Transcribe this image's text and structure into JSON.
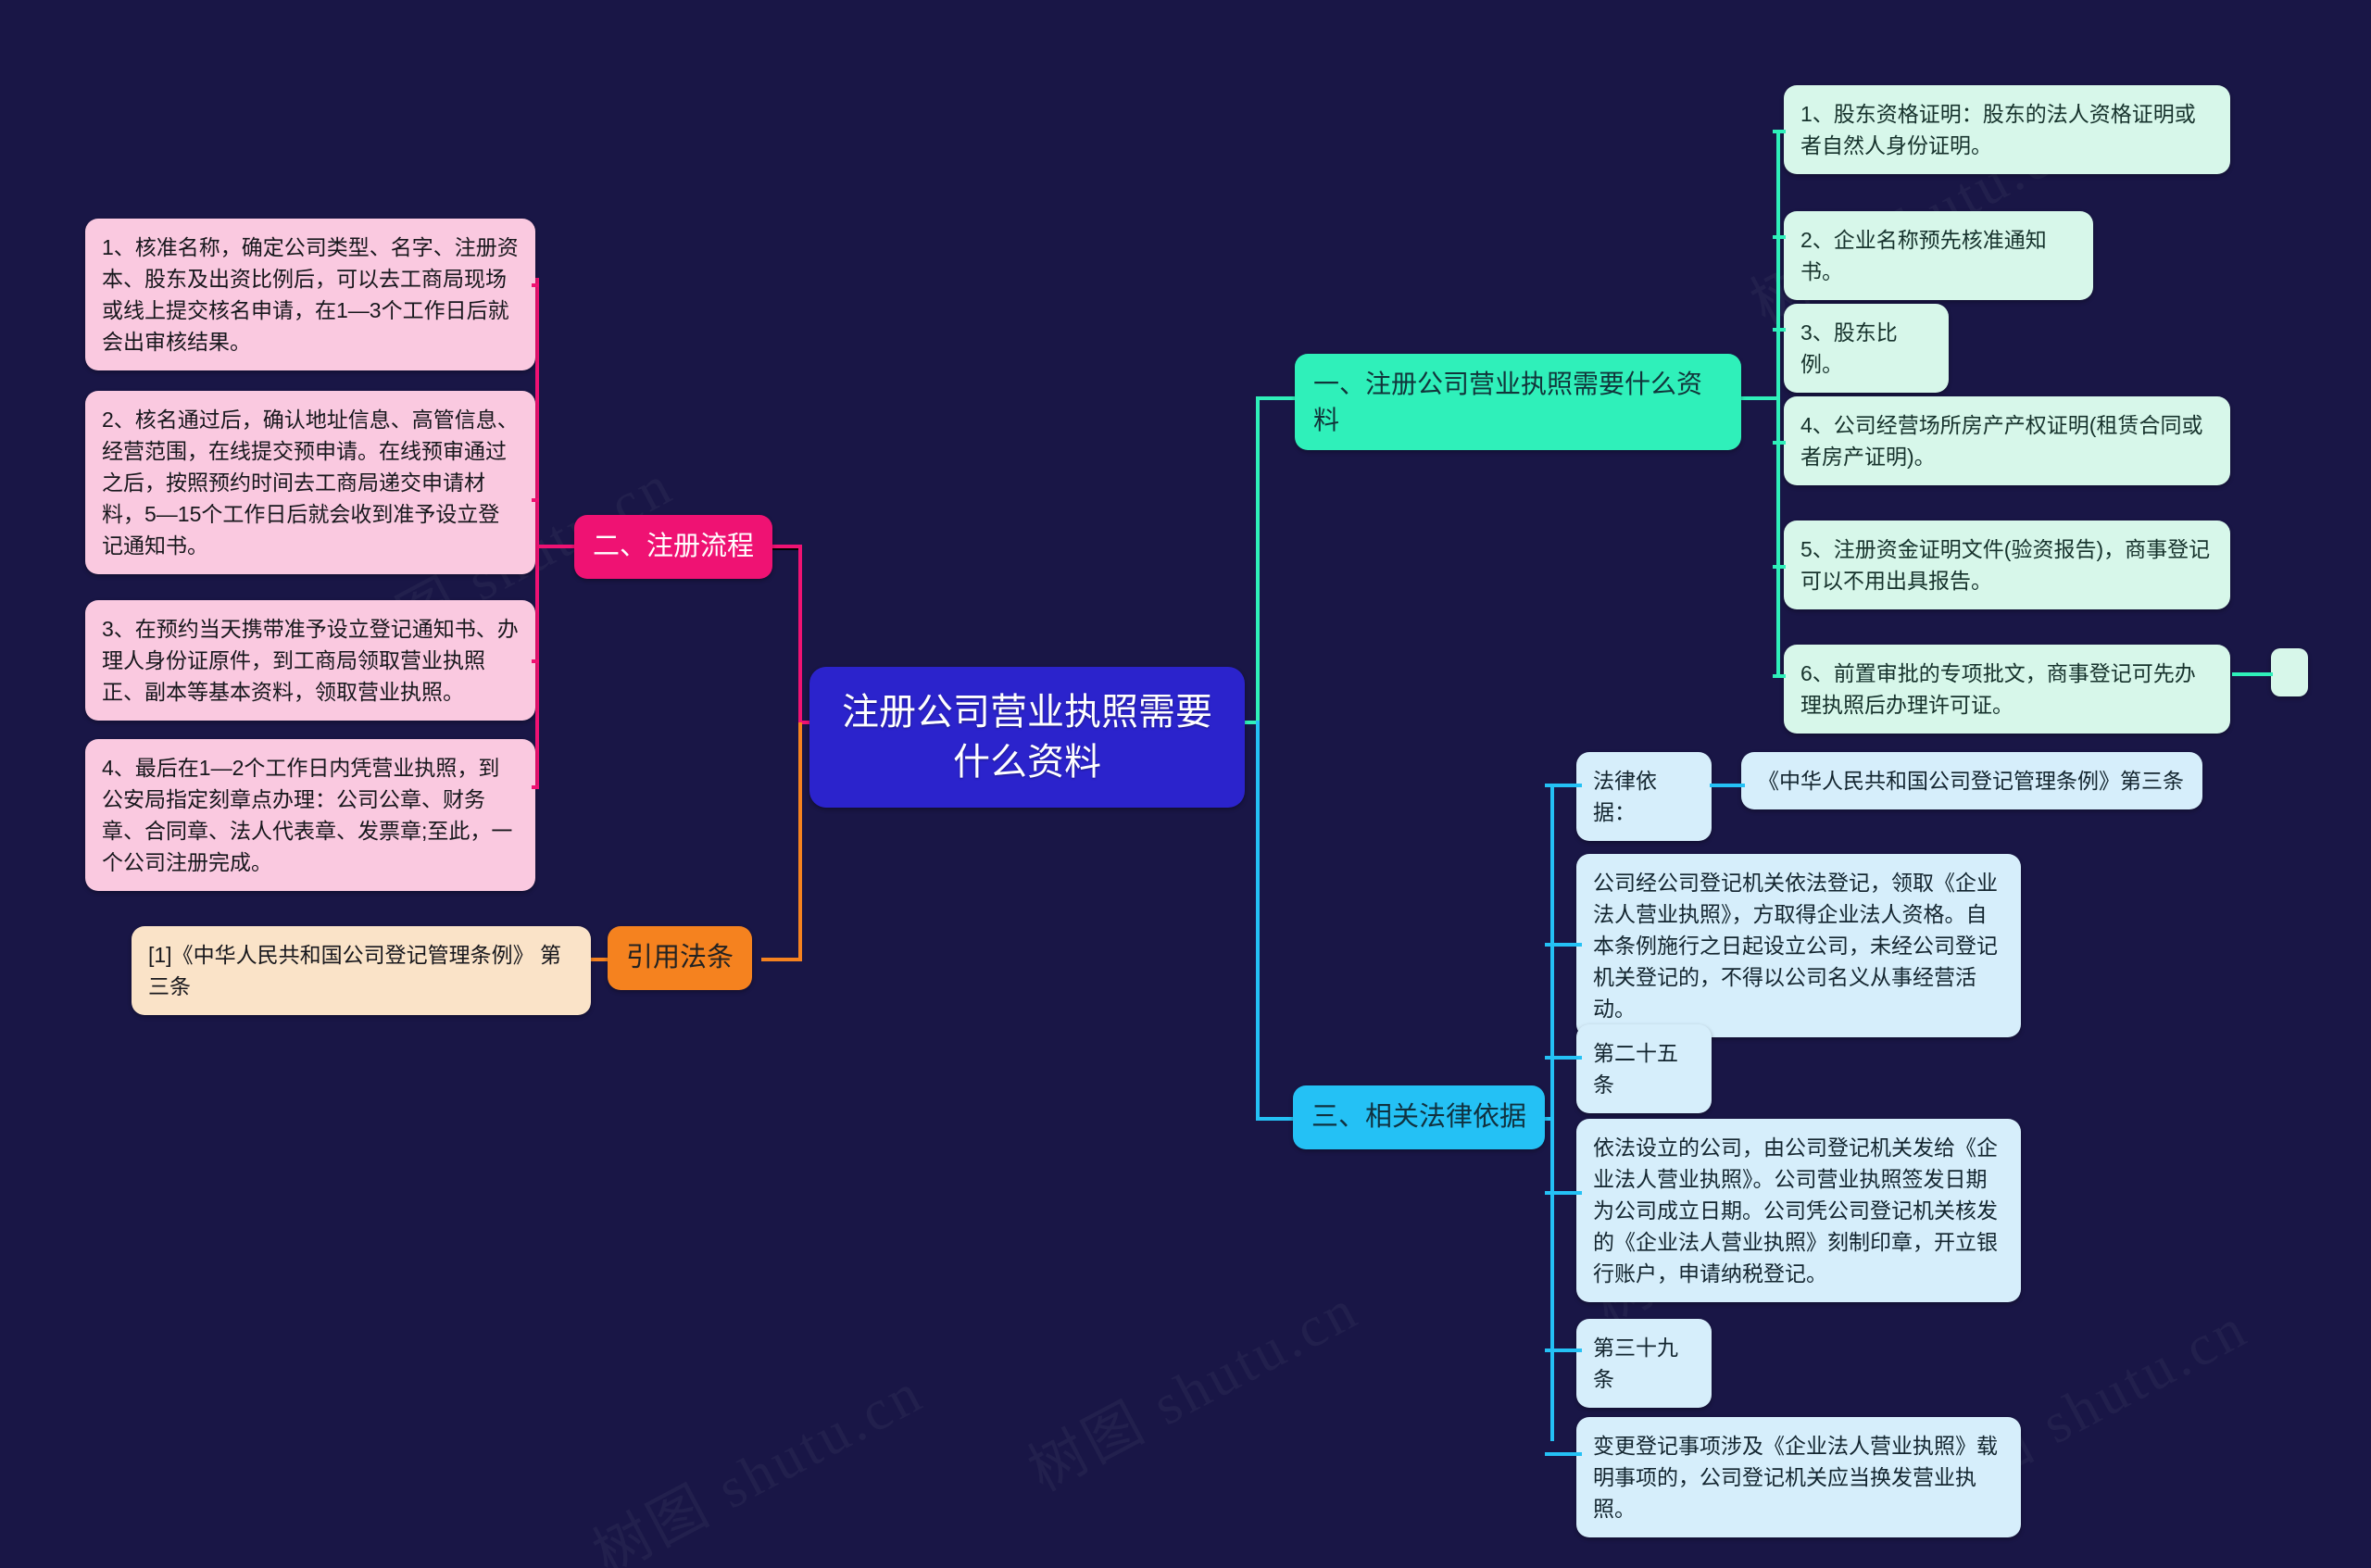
{
  "theme": {
    "background": "#191646",
    "root_color": "#2b23cc",
    "branch_pink": "#ef1273",
    "branch_orange": "#f5821f",
    "branch_green": "#2ff0ba",
    "branch_blue": "#24c1f5",
    "leaf_pink": "#fac9e0",
    "leaf_cream": "#fae3c8",
    "leaf_mint": "#d7f7ea",
    "leaf_ice": "#d6eefb"
  },
  "watermarks": [
    "树图 shutu.cn",
    "树图 shutu.cn",
    "树图 shutu.cn",
    "树图 shutu.cn",
    "树图 shutu.cn",
    "树图 shutu.cn"
  ],
  "root": {
    "title": "注册公司营业执照需要什么资料"
  },
  "branches": {
    "registration_process": {
      "label": "二、注册流程",
      "steps": [
        {
          "text": "1、核准名称，确定公司类型、名字、注册资本、股东及出资比例后，可以去工商局现场或线上提交核名申请，在1—3个工作日后就会出审核结果。"
        },
        {
          "text": "2、核名通过后，确认地址信息、高管信息、经营范围，在线提交预申请。在线预审通过之后，按照预约时间去工商局递交申请材料，5—15个工作日后就会收到准予设立登记通知书。"
        },
        {
          "text": "3、在预约当天携带准予设立登记通知书、办理人身份证原件，到工商局领取营业执照正、副本等基本资料，领取营业执照。"
        },
        {
          "text": "4、最后在1—2个工作日内凭营业执照，到公安局指定刻章点办理：公司公章、财务章、合同章、法人代表章、发票章;至此，一个公司注册完成。"
        }
      ]
    },
    "cited_law": {
      "label": "引用法条",
      "items": [
        {
          "text": "[1]《中华人民共和国公司登记管理条例》 第三条"
        }
      ]
    },
    "required_materials": {
      "label": "一、注册公司营业执照需要什么资料",
      "items": [
        {
          "text": "1、股东资格证明：股东的法人资格证明或者自然人身份证明。"
        },
        {
          "text": "2、企业名称预先核准通知书。"
        },
        {
          "text": "3、股东比例。"
        },
        {
          "text": "4、公司经营场所房产产权证明(租赁合同或者房产证明)。"
        },
        {
          "text": "5、注册资金证明文件(验资报告)，商事登记可以不用出具报告。"
        },
        {
          "text": "6、前置审批的专项批文，商事登记可先办理执照后办理许可证。"
        }
      ],
      "extra_node": {
        "text": ""
      }
    },
    "legal_basis": {
      "label": "三、相关法律依据",
      "groups": [
        {
          "label": "法律依据：",
          "detail": "《中华人民共和国公司登记管理条例》第三条",
          "body": "公司经公司登记机关依法登记，领取《企业法人营业执照》，方取得企业法人资格。自本条例施行之日起设立公司，未经公司登记机关登记的，不得以公司名义从事经营活动。"
        },
        {
          "label": "第二十五条",
          "body": "依法设立的公司，由公司登记机关发给《企业法人营业执照》。公司营业执照签发日期为公司成立日期。公司凭公司登记机关核发的《企业法人营业执照》刻制印章，开立银行账户，申请纳税登记。"
        },
        {
          "label": "第三十九条",
          "body": "变更登记事项涉及《企业法人营业执照》载明事项的，公司登记机关应当换发营业执照。"
        }
      ]
    }
  }
}
